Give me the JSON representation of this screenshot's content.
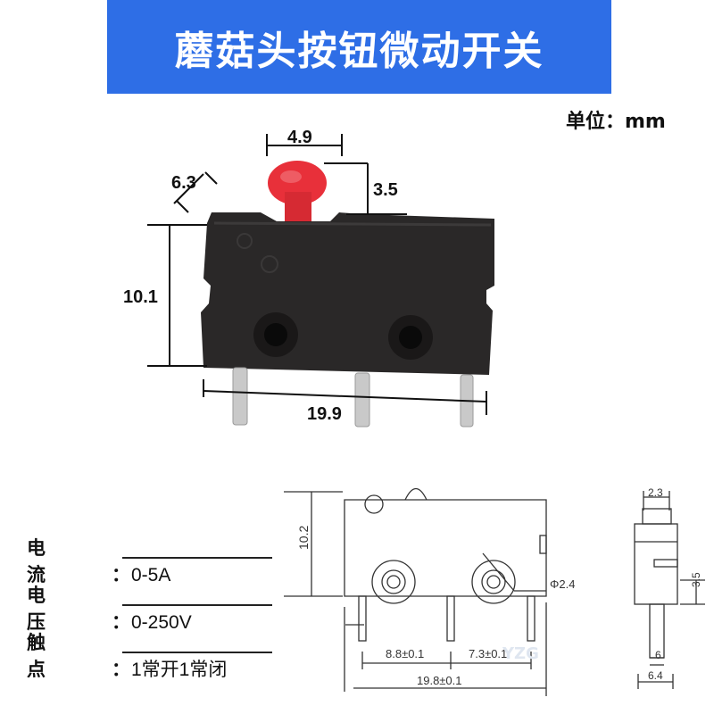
{
  "title": "蘑菇头按钮微动开关",
  "unit_label": "单位：mm",
  "photo_dims": {
    "button_width": "4.9",
    "button_height": "3.5",
    "thickness": "6.3",
    "body_height": "10.1",
    "length": "19.9"
  },
  "drawing_dims": {
    "height": "10.2",
    "hole_diameter": "Φ2.4",
    "pin_spacing_1": "8.8±0.1",
    "pin_spacing_2": "7.3±0.1",
    "total_length": "19.8±0.1"
  },
  "side_dims": {
    "top_width": "2.3",
    "button_travel": "3.5",
    "pin_length": "6",
    "base_width": "6.4"
  },
  "specs": [
    {
      "label": "电流",
      "colon": "：",
      "value": "0-5A"
    },
    {
      "label": "电压",
      "colon": "：",
      "value": "0-250V"
    },
    {
      "label": "触点",
      "colon": "：",
      "value": "1常开1常闭"
    }
  ],
  "watermark": "YZG",
  "colors": {
    "banner": "#2e6ee6",
    "button_red": "#e8303a",
    "body_black": "#2a2828"
  }
}
